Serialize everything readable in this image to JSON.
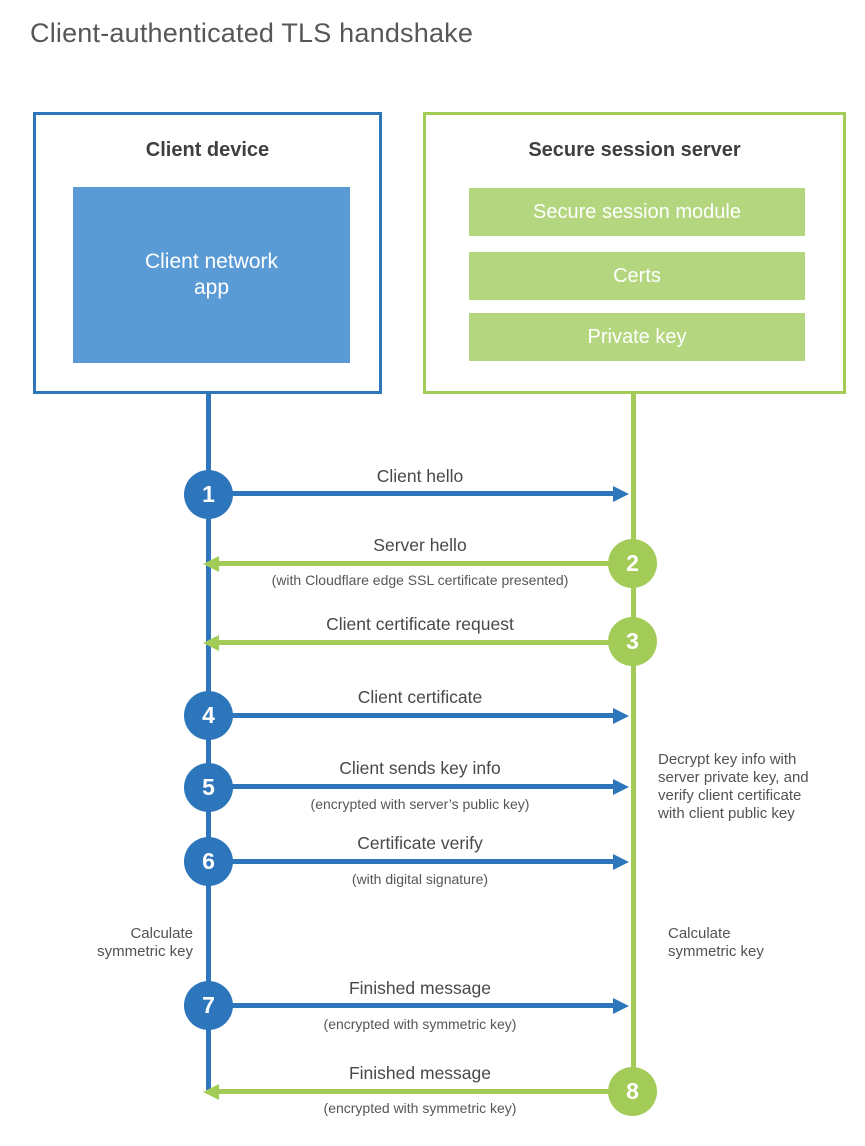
{
  "title": "Client-authenticated TLS handshake",
  "colors": {
    "blue": "#2e76bc",
    "blue-light": "#5b9bd5",
    "green": "#a3cb57",
    "green-light": "#b3d67e"
  },
  "client": {
    "heading": "Client device",
    "app_label": "Client network\napp"
  },
  "server": {
    "heading": "Secure session server",
    "modules": [
      "Secure session module",
      "Certs",
      "Private key"
    ]
  },
  "steps": [
    {
      "num": "1",
      "from": "client",
      "direction": "right",
      "label": "Client hello",
      "sub": ""
    },
    {
      "num": "2",
      "from": "server",
      "direction": "left",
      "label": "Server hello",
      "sub": "(with Cloudflare edge SSL certificate presented)"
    },
    {
      "num": "3",
      "from": "server",
      "direction": "left",
      "label": "Client certificate request",
      "sub": ""
    },
    {
      "num": "4",
      "from": "client",
      "direction": "right",
      "label": "Client certificate",
      "sub": ""
    },
    {
      "num": "5",
      "from": "client",
      "direction": "right",
      "label": "Client sends key info",
      "sub": "(encrypted with server’s public key)"
    },
    {
      "num": "6",
      "from": "client",
      "direction": "right",
      "label": "Certificate verify",
      "sub": "(with digital signature)"
    },
    {
      "num": "7",
      "from": "client",
      "direction": "right",
      "label": "Finished message",
      "sub": "(encrypted with symmetric key)"
    },
    {
      "num": "8",
      "from": "server",
      "direction": "left",
      "label": "Finished message",
      "sub": "(encrypted with symmetric key)"
    }
  ],
  "annotations": {
    "decrypt_note": "Decrypt key info with\nserver private key, and\nverify client certificate\nwith client public key",
    "calc_left": "Calculate\nsymmetric key",
    "calc_right": "Calculate\nsymmetric key"
  }
}
